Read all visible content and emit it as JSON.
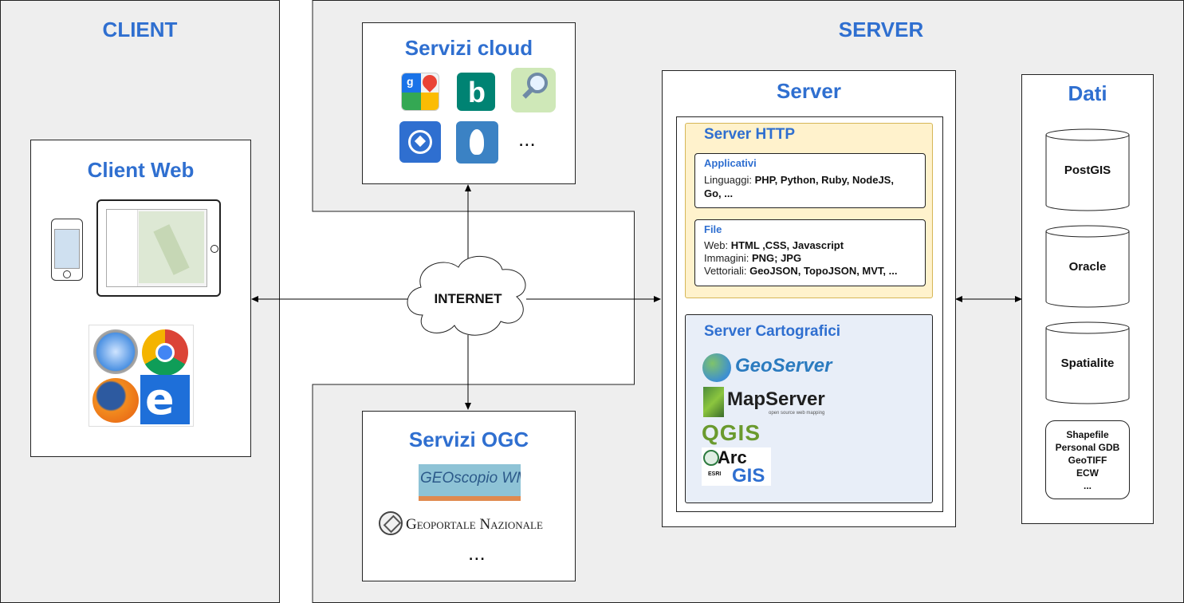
{
  "client": {
    "region_title": "CLIENT",
    "client_web": {
      "title": "Client Web",
      "browser_icons": [
        "safari-icon",
        "chrome-icon",
        "firefox-icon",
        "internet-explorer-icon"
      ]
    }
  },
  "server_region": {
    "region_title": "SERVER",
    "cloud": {
      "title": "Servizi cloud",
      "icons": [
        "google-maps-icon",
        "bing-maps-icon",
        "openstreetmap-icon",
        "here-maps-icon",
        "mapbox-icon"
      ],
      "more": "..."
    },
    "ogc": {
      "title": "Servizi OGC",
      "logo_geoscopio": "GEOscopio WMS",
      "logo_geoportale": "Geoportale Nazionale",
      "more": "..."
    },
    "internet": "INTERNET",
    "server": {
      "title": "Server",
      "http": {
        "title": "Server HTTP",
        "applicativi": {
          "title": "Applicativi",
          "line1_label": "Linguaggi: ",
          "line1_value": "PHP, Python, Ruby, NodeJS,",
          "line2_value": "Go, ..."
        },
        "file": {
          "title": "File",
          "web_label": "Web: ",
          "web_value": "HTML ,CSS, Javascript",
          "img_label": "Immagini: ",
          "img_value": "PNG; JPG",
          "vec_label": "Vettoriali: ",
          "vec_value": "GeoJSON, TopoJSON, MVT, ..."
        }
      },
      "carto": {
        "title": "Server Cartografici",
        "geoserver": "GeoServer",
        "mapserver": "MapServer",
        "mapserver_tagline": "open source web mapping",
        "qgis": "QGIS",
        "arcgis_arc": "Arc",
        "arcgis_gis": "GIS",
        "arcgis_esri": "ESRI"
      }
    },
    "dati": {
      "title": "Dati",
      "databases": [
        "PostGIS",
        "Oracle",
        "Spatialite"
      ],
      "files": [
        "Shapefile",
        "Personal GDB",
        "GeoTIFF",
        "ECW",
        "..."
      ]
    }
  },
  "colors": {
    "accent": "#2f6fd0",
    "region_bg": "#eeeeee",
    "http_bg": "#fff2cc",
    "http_border": "#d6b656",
    "carto_bg": "#e8eef8"
  }
}
